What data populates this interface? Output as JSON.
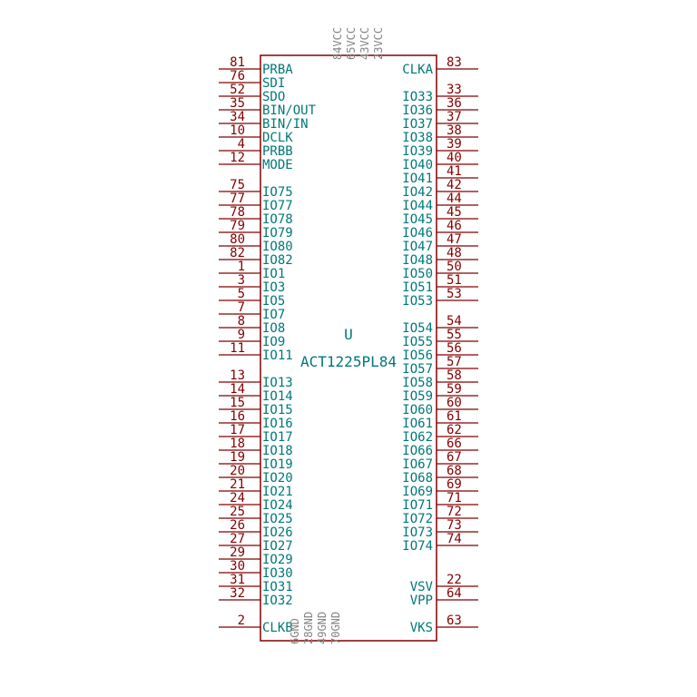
{
  "component": {
    "reference": "U",
    "value": "ACT1225PL84",
    "colors": {
      "body_outline": "#840000",
      "pin_line": "#840000",
      "pin_number": "#840000",
      "pin_name": "#007878",
      "power_pin": "#848484"
    }
  },
  "left_pins": [
    {
      "num": "81",
      "name": "PRBA"
    },
    {
      "num": "76",
      "name": "SDI"
    },
    {
      "num": "52",
      "name": "SDO"
    },
    {
      "num": "35",
      "name": "BIN/OUT"
    },
    {
      "num": "34",
      "name": "BIN/IN"
    },
    {
      "num": "10",
      "name": "DCLK"
    },
    {
      "num": "4",
      "name": "PRBB"
    },
    {
      "num": "12",
      "name": "MODE"
    },
    null,
    {
      "num": "75",
      "name": "IO75"
    },
    {
      "num": "77",
      "name": "IO77"
    },
    {
      "num": "78",
      "name": "IO78"
    },
    {
      "num": "79",
      "name": "IO79"
    },
    {
      "num": "80",
      "name": "IO80"
    },
    {
      "num": "82",
      "name": "IO82"
    },
    {
      "num": "1",
      "name": "IO1"
    },
    {
      "num": "3",
      "name": "IO3"
    },
    {
      "num": "5",
      "name": "IO5"
    },
    {
      "num": "7",
      "name": "IO7"
    },
    {
      "num": "8",
      "name": "IO8"
    },
    {
      "num": "9",
      "name": "IO9"
    },
    {
      "num": "11",
      "name": "IO11"
    },
    null,
    {
      "num": "13",
      "name": "IO13"
    },
    {
      "num": "14",
      "name": "IO14"
    },
    {
      "num": "15",
      "name": "IO15"
    },
    {
      "num": "16",
      "name": "IO16"
    },
    {
      "num": "17",
      "name": "IO17"
    },
    {
      "num": "18",
      "name": "IO18"
    },
    {
      "num": "19",
      "name": "IO19"
    },
    {
      "num": "20",
      "name": "IO20"
    },
    {
      "num": "21",
      "name": "IO21"
    },
    {
      "num": "24",
      "name": "IO24"
    },
    {
      "num": "25",
      "name": "IO25"
    },
    {
      "num": "26",
      "name": "IO26"
    },
    {
      "num": "27",
      "name": "IO27"
    },
    {
      "num": "29",
      "name": "IO29"
    },
    {
      "num": "30",
      "name": "IO30"
    },
    {
      "num": "31",
      "name": "IO31"
    },
    {
      "num": "32",
      "name": "IO32"
    },
    null,
    {
      "num": "2",
      "name": "CLKB"
    }
  ],
  "right_pins": [
    {
      "num": "83",
      "name": "CLKA"
    },
    null,
    {
      "num": "33",
      "name": "IO33"
    },
    {
      "num": "36",
      "name": "IO36"
    },
    {
      "num": "37",
      "name": "IO37"
    },
    {
      "num": "38",
      "name": "IO38"
    },
    {
      "num": "39",
      "name": "IO39"
    },
    {
      "num": "40",
      "name": "IO40"
    },
    {
      "num": "41",
      "name": "IO41"
    },
    {
      "num": "42",
      "name": "IO42"
    },
    {
      "num": "44",
      "name": "IO44"
    },
    {
      "num": "45",
      "name": "IO45"
    },
    {
      "num": "46",
      "name": "IO46"
    },
    {
      "num": "47",
      "name": "IO47"
    },
    {
      "num": "48",
      "name": "IO48"
    },
    {
      "num": "50",
      "name": "IO50"
    },
    {
      "num": "51",
      "name": "IO51"
    },
    {
      "num": "53",
      "name": "IO53"
    },
    null,
    {
      "num": "54",
      "name": "IO54"
    },
    {
      "num": "55",
      "name": "IO55"
    },
    {
      "num": "56",
      "name": "IO56"
    },
    {
      "num": "57",
      "name": "IO57"
    },
    {
      "num": "58",
      "name": "IO58"
    },
    {
      "num": "59",
      "name": "IO59"
    },
    {
      "num": "60",
      "name": "IO60"
    },
    {
      "num": "61",
      "name": "IO61"
    },
    {
      "num": "62",
      "name": "IO62"
    },
    {
      "num": "66",
      "name": "IO66"
    },
    {
      "num": "67",
      "name": "IO67"
    },
    {
      "num": "68",
      "name": "IO68"
    },
    {
      "num": "69",
      "name": "IO69"
    },
    {
      "num": "71",
      "name": "IO71"
    },
    {
      "num": "72",
      "name": "IO72"
    },
    {
      "num": "73",
      "name": "IO73"
    },
    {
      "num": "74",
      "name": "IO74"
    },
    null,
    null,
    {
      "num": "22",
      "name": "VSV"
    },
    {
      "num": "64",
      "name": "VPP"
    },
    null,
    {
      "num": "63",
      "name": "VKS"
    }
  ],
  "top_pins": [
    {
      "num": "84",
      "name": "VCC"
    },
    {
      "num": "65",
      "name": "VCC"
    },
    {
      "num": "43",
      "name": "VCC"
    },
    {
      "num": "23",
      "name": "VCC"
    }
  ],
  "bottom_pins": [
    {
      "num": "6",
      "name": "GND"
    },
    {
      "num": "28",
      "name": "GND"
    },
    {
      "num": "49",
      "name": "GND"
    },
    {
      "num": "70",
      "name": "GND"
    }
  ]
}
